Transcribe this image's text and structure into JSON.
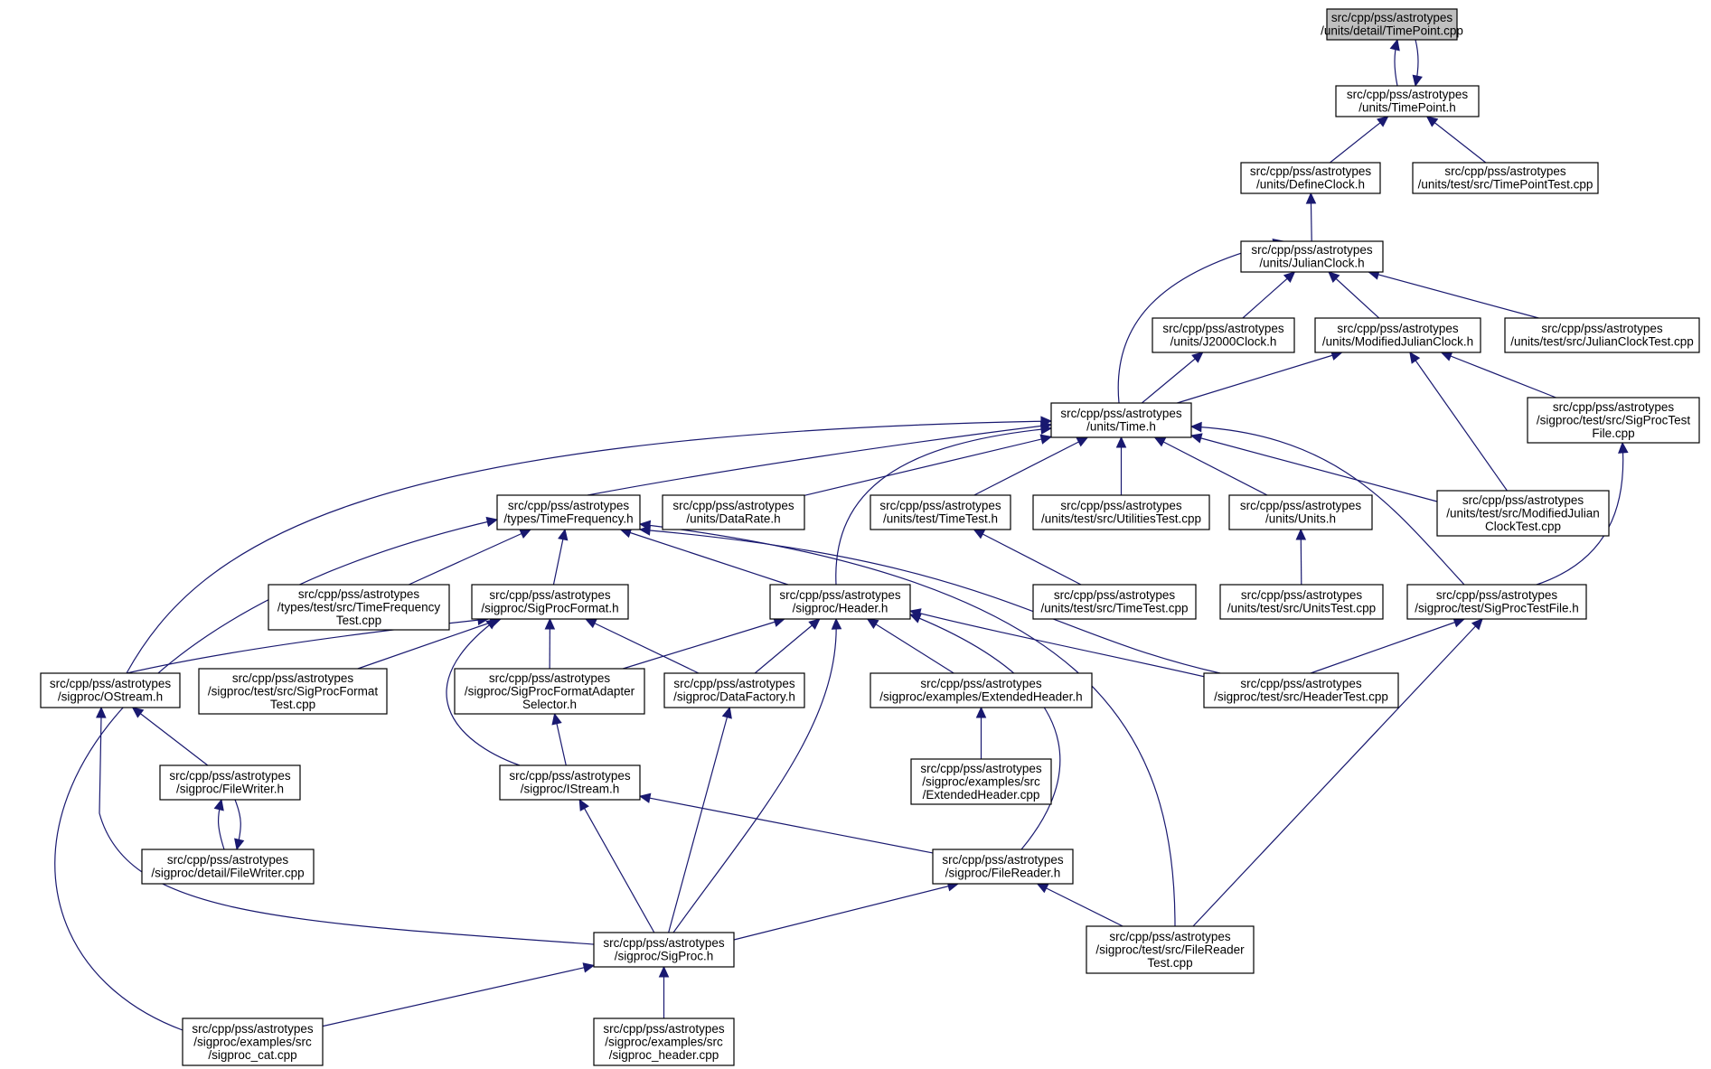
{
  "colors": {
    "edge": "#191970",
    "node_fill": "#ffffff",
    "focus_fill": "#bfbfbf",
    "node_border": "#000000"
  },
  "nodes": [
    {
      "id": "timepoint_cpp",
      "lines": [
        "src/cpp/pss/astrotypes",
        "/units/detail/TimePoint.cpp"
      ],
      "focus": true
    },
    {
      "id": "timepoint_h",
      "lines": [
        "src/cpp/pss/astrotypes",
        "/units/TimePoint.h"
      ]
    },
    {
      "id": "defineclock_h",
      "lines": [
        "src/cpp/pss/astrotypes",
        "/units/DefineClock.h"
      ]
    },
    {
      "id": "timepointtest_cpp",
      "lines": [
        "src/cpp/pss/astrotypes",
        "/units/test/src/TimePointTest.cpp"
      ]
    },
    {
      "id": "julianclock_h",
      "lines": [
        "src/cpp/pss/astrotypes",
        "/units/JulianClock.h"
      ]
    },
    {
      "id": "j2000clock_h",
      "lines": [
        "src/cpp/pss/astrotypes",
        "/units/J2000Clock.h"
      ]
    },
    {
      "id": "modifiedjulianclock_h",
      "lines": [
        "src/cpp/pss/astrotypes",
        "/units/ModifiedJulianClock.h"
      ]
    },
    {
      "id": "julianclocktest_cpp",
      "lines": [
        "src/cpp/pss/astrotypes",
        "/units/test/src/JulianClockTest.cpp"
      ]
    },
    {
      "id": "sigproctestfile_cpp",
      "lines": [
        "src/cpp/pss/astrotypes",
        "/sigproc/test/src/SigProcTest",
        "File.cpp"
      ]
    },
    {
      "id": "time_h",
      "lines": [
        "src/cpp/pss/astrotypes",
        "/units/Time.h"
      ]
    },
    {
      "id": "timefrequency_h",
      "lines": [
        "src/cpp/pss/astrotypes",
        "/types/TimeFrequency.h"
      ]
    },
    {
      "id": "datarate_h",
      "lines": [
        "src/cpp/pss/astrotypes",
        "/units/DataRate.h"
      ]
    },
    {
      "id": "timetest_h",
      "lines": [
        "src/cpp/pss/astrotypes",
        "/units/test/TimeTest.h"
      ]
    },
    {
      "id": "utilitiestest_cpp",
      "lines": [
        "src/cpp/pss/astrotypes",
        "/units/test/src/UtilitiesTest.cpp"
      ]
    },
    {
      "id": "units_h",
      "lines": [
        "src/cpp/pss/astrotypes",
        "/units/Units.h"
      ]
    },
    {
      "id": "modifiedjulianclocktest_cpp",
      "lines": [
        "src/cpp/pss/astrotypes",
        "/units/test/src/ModifiedJulian",
        "ClockTest.cpp"
      ]
    },
    {
      "id": "timefrequencytest_cpp",
      "lines": [
        "src/cpp/pss/astrotypes",
        "/types/test/src/TimeFrequency",
        "Test.cpp"
      ]
    },
    {
      "id": "sigprocformat_h",
      "lines": [
        "src/cpp/pss/astrotypes",
        "/sigproc/SigProcFormat.h"
      ]
    },
    {
      "id": "header_h",
      "lines": [
        "src/cpp/pss/astrotypes",
        "/sigproc/Header.h"
      ]
    },
    {
      "id": "timetest_cpp",
      "lines": [
        "src/cpp/pss/astrotypes",
        "/units/test/src/TimeTest.cpp"
      ]
    },
    {
      "id": "unitstest_cpp",
      "lines": [
        "src/cpp/pss/astrotypes",
        "/units/test/src/UnitsTest.cpp"
      ]
    },
    {
      "id": "sigproctestfile_h",
      "lines": [
        "src/cpp/pss/astrotypes",
        "/sigproc/test/SigProcTestFile.h"
      ]
    },
    {
      "id": "ostream_h",
      "lines": [
        "src/cpp/pss/astrotypes",
        "/sigproc/OStream.h"
      ]
    },
    {
      "id": "sigprocformattest_cpp",
      "lines": [
        "src/cpp/pss/astrotypes",
        "/sigproc/test/src/SigProcFormat",
        "Test.cpp"
      ]
    },
    {
      "id": "adapterselector_h",
      "lines": [
        "src/cpp/pss/astrotypes",
        "/sigproc/SigProcFormatAdapter",
        "Selector.h"
      ]
    },
    {
      "id": "datafactory_h",
      "lines": [
        "src/cpp/pss/astrotypes",
        "/sigproc/DataFactory.h"
      ]
    },
    {
      "id": "extendedheader_h",
      "lines": [
        "src/cpp/pss/astrotypes",
        "/sigproc/examples/ExtendedHeader.h"
      ]
    },
    {
      "id": "headertest_cpp",
      "lines": [
        "src/cpp/pss/astrotypes",
        "/sigproc/test/src/HeaderTest.cpp"
      ]
    },
    {
      "id": "filewriter_h",
      "lines": [
        "src/cpp/pss/astrotypes",
        "/sigproc/FileWriter.h"
      ]
    },
    {
      "id": "istream_h",
      "lines": [
        "src/cpp/pss/astrotypes",
        "/sigproc/IStream.h"
      ]
    },
    {
      "id": "extendedheader_cpp",
      "lines": [
        "src/cpp/pss/astrotypes",
        "/sigproc/examples/src",
        "/ExtendedHeader.cpp"
      ]
    },
    {
      "id": "filewriter_cpp",
      "lines": [
        "src/cpp/pss/astrotypes",
        "/sigproc/detail/FileWriter.cpp"
      ]
    },
    {
      "id": "filereader_h",
      "lines": [
        "src/cpp/pss/astrotypes",
        "/sigproc/FileReader.h"
      ]
    },
    {
      "id": "sigproc_h",
      "lines": [
        "src/cpp/pss/astrotypes",
        "/sigproc/SigProc.h"
      ]
    },
    {
      "id": "filereadertest_cpp",
      "lines": [
        "src/cpp/pss/astrotypes",
        "/sigproc/test/src/FileReader",
        "Test.cpp"
      ]
    },
    {
      "id": "sigproc_cat_cpp",
      "lines": [
        "src/cpp/pss/astrotypes",
        "/sigproc/examples/src",
        "/sigproc_cat.cpp"
      ]
    },
    {
      "id": "sigproc_header_cpp",
      "lines": [
        "src/cpp/pss/astrotypes",
        "/sigproc/examples/src",
        "/sigproc_header.cpp"
      ]
    }
  ],
  "edges": [
    {
      "from": "timepoint_h",
      "to": "timepoint_cpp"
    },
    {
      "from": "timepoint_cpp",
      "to": "timepoint_h"
    },
    {
      "from": "defineclock_h",
      "to": "timepoint_h"
    },
    {
      "from": "timepointtest_cpp",
      "to": "timepoint_h"
    },
    {
      "from": "julianclock_h",
      "to": "defineclock_h"
    },
    {
      "from": "j2000clock_h",
      "to": "julianclock_h"
    },
    {
      "from": "modifiedjulianclock_h",
      "to": "julianclock_h"
    },
    {
      "from": "julianclocktest_cpp",
      "to": "julianclock_h"
    },
    {
      "from": "time_h",
      "to": "julianclock_h"
    },
    {
      "from": "time_h",
      "to": "j2000clock_h"
    },
    {
      "from": "time_h",
      "to": "modifiedjulianclock_h"
    },
    {
      "from": "modifiedjulianclocktest_cpp",
      "to": "modifiedjulianclock_h"
    },
    {
      "from": "sigproctestfile_cpp",
      "to": "modifiedjulianclock_h"
    },
    {
      "from": "sigproctestfile_h",
      "to": "sigproctestfile_cpp"
    },
    {
      "from": "timefrequency_h",
      "to": "time_h"
    },
    {
      "from": "datarate_h",
      "to": "time_h"
    },
    {
      "from": "timetest_h",
      "to": "time_h"
    },
    {
      "from": "utilitiestest_cpp",
      "to": "time_h"
    },
    {
      "from": "units_h",
      "to": "time_h"
    },
    {
      "from": "modifiedjulianclocktest_cpp",
      "to": "time_h"
    },
    {
      "from": "sigproctestfile_h",
      "to": "time_h"
    },
    {
      "from": "header_h",
      "to": "time_h"
    },
    {
      "from": "ostream_h",
      "to": "time_h"
    },
    {
      "from": "timefrequencytest_cpp",
      "to": "timefrequency_h"
    },
    {
      "from": "sigprocformat_h",
      "to": "timefrequency_h"
    },
    {
      "from": "header_h",
      "to": "timefrequency_h"
    },
    {
      "from": "headertest_cpp",
      "to": "timefrequency_h"
    },
    {
      "from": "filereadertest_cpp",
      "to": "timefrequency_h"
    },
    {
      "from": "sigproc_cat_cpp",
      "to": "timefrequency_h"
    },
    {
      "from": "timetest_cpp",
      "to": "timetest_h"
    },
    {
      "from": "unitstest_cpp",
      "to": "units_h"
    },
    {
      "from": "ostream_h",
      "to": "sigprocformat_h"
    },
    {
      "from": "sigprocformattest_cpp",
      "to": "sigprocformat_h"
    },
    {
      "from": "adapterselector_h",
      "to": "sigprocformat_h"
    },
    {
      "from": "datafactory_h",
      "to": "sigprocformat_h"
    },
    {
      "from": "istream_h",
      "to": "sigprocformat_h"
    },
    {
      "from": "adapterselector_h",
      "to": "header_h"
    },
    {
      "from": "datafactory_h",
      "to": "header_h"
    },
    {
      "from": "extendedheader_h",
      "to": "header_h"
    },
    {
      "from": "headertest_cpp",
      "to": "header_h"
    },
    {
      "from": "sigproc_h",
      "to": "header_h"
    },
    {
      "from": "filereader_h",
      "to": "header_h"
    },
    {
      "from": "headertest_cpp",
      "to": "sigproctestfile_h"
    },
    {
      "from": "filereadertest_cpp",
      "to": "sigproctestfile_h"
    },
    {
      "from": "filewriter_h",
      "to": "ostream_h"
    },
    {
      "from": "sigproc_h",
      "to": "ostream_h"
    },
    {
      "from": "istream_h",
      "to": "adapterselector_h"
    },
    {
      "from": "sigproc_h",
      "to": "datafactory_h"
    },
    {
      "from": "extendedheader_cpp",
      "to": "extendedheader_h"
    },
    {
      "from": "filewriter_cpp",
      "to": "filewriter_h"
    },
    {
      "from": "filewriter_h",
      "to": "filewriter_cpp"
    },
    {
      "from": "sigproc_h",
      "to": "istream_h"
    },
    {
      "from": "filereader_h",
      "to": "istream_h"
    },
    {
      "from": "sigproc_h",
      "to": "filereader_h"
    },
    {
      "from": "filereadertest_cpp",
      "to": "filereader_h"
    },
    {
      "from": "sigproc_cat_cpp",
      "to": "sigproc_h"
    },
    {
      "from": "sigproc_header_cpp",
      "to": "sigproc_h"
    }
  ]
}
